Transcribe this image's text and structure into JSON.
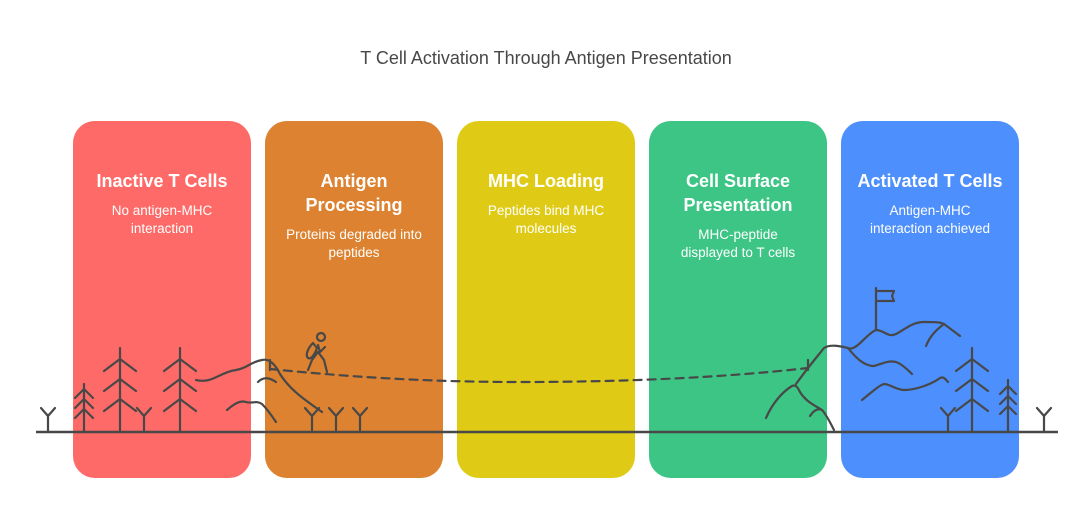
{
  "title": "T Cell Activation Through Antigen Presentation",
  "stages": [
    {
      "heading": "Inactive T Cells",
      "description": "No antigen-MHC interaction",
      "color": "#fe6a67"
    },
    {
      "heading": "Antigen Processing",
      "description": "Proteins degraded into peptides",
      "color": "#dd8230"
    },
    {
      "heading": "MHC Loading",
      "description": "Peptides bind MHC molecules",
      "color": "#dfcb16"
    },
    {
      "heading": "Cell Surface Presentation",
      "description": "MHC-peptide displayed to T cells",
      "color": "#3dc585"
    },
    {
      "heading": "Activated T Cells",
      "description": "Antigen-MHC interaction achieved",
      "color": "#4c8ffd"
    }
  ],
  "illustration": {
    "line_color": "#484848",
    "icons": [
      "hiker-icon",
      "flag-icon",
      "tree-icon",
      "mountain-icon",
      "grass-icon"
    ]
  }
}
